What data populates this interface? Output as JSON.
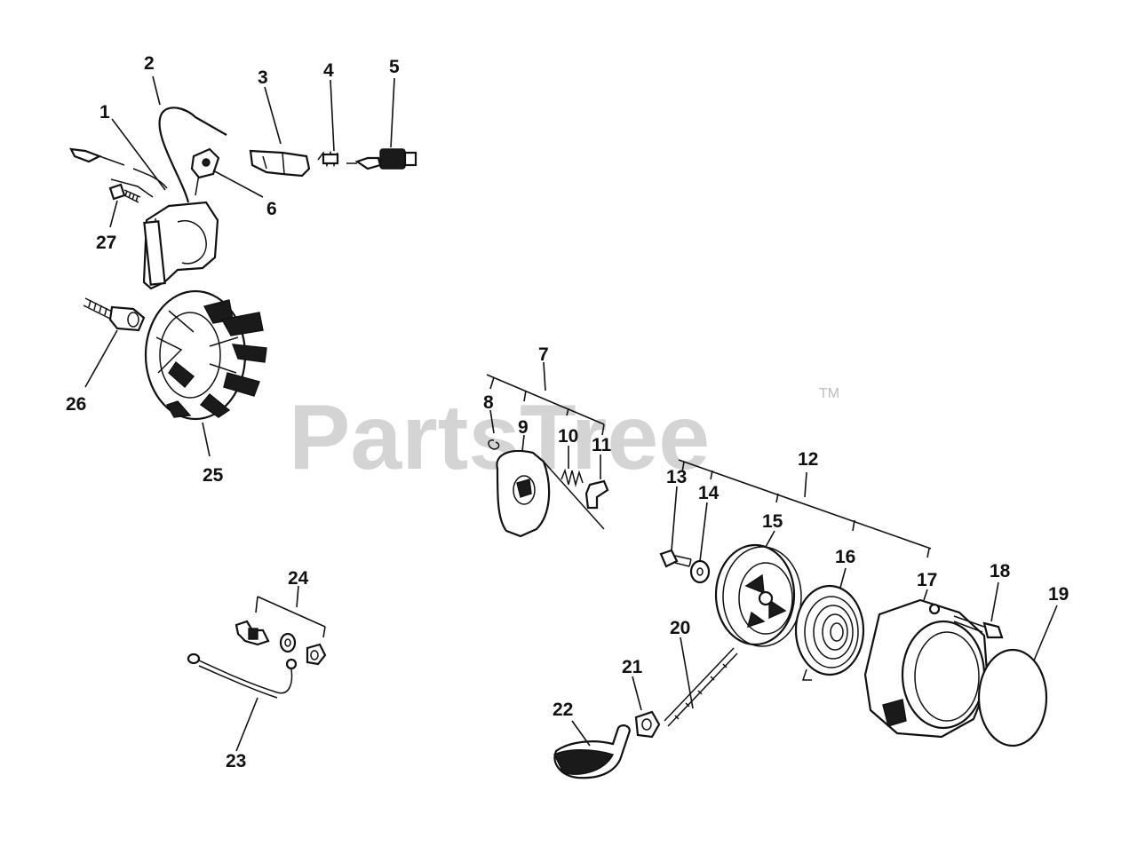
{
  "watermark": {
    "text": "PartsTree",
    "tm": "TM"
  },
  "callouts": {
    "c1": "1",
    "c2": "2",
    "c3": "3",
    "c4": "4",
    "c5": "5",
    "c6": "6",
    "c7": "7",
    "c8": "8",
    "c9": "9",
    "c10": "10",
    "c11": "11",
    "c12": "12",
    "c13": "13",
    "c14": "14",
    "c15": "15",
    "c16": "16",
    "c17": "17",
    "c18": "18",
    "c19": "19",
    "c20": "20",
    "c21": "21",
    "c22": "22",
    "c23": "23",
    "c24": "24",
    "c25": "25",
    "c26": "26",
    "c27": "27"
  }
}
